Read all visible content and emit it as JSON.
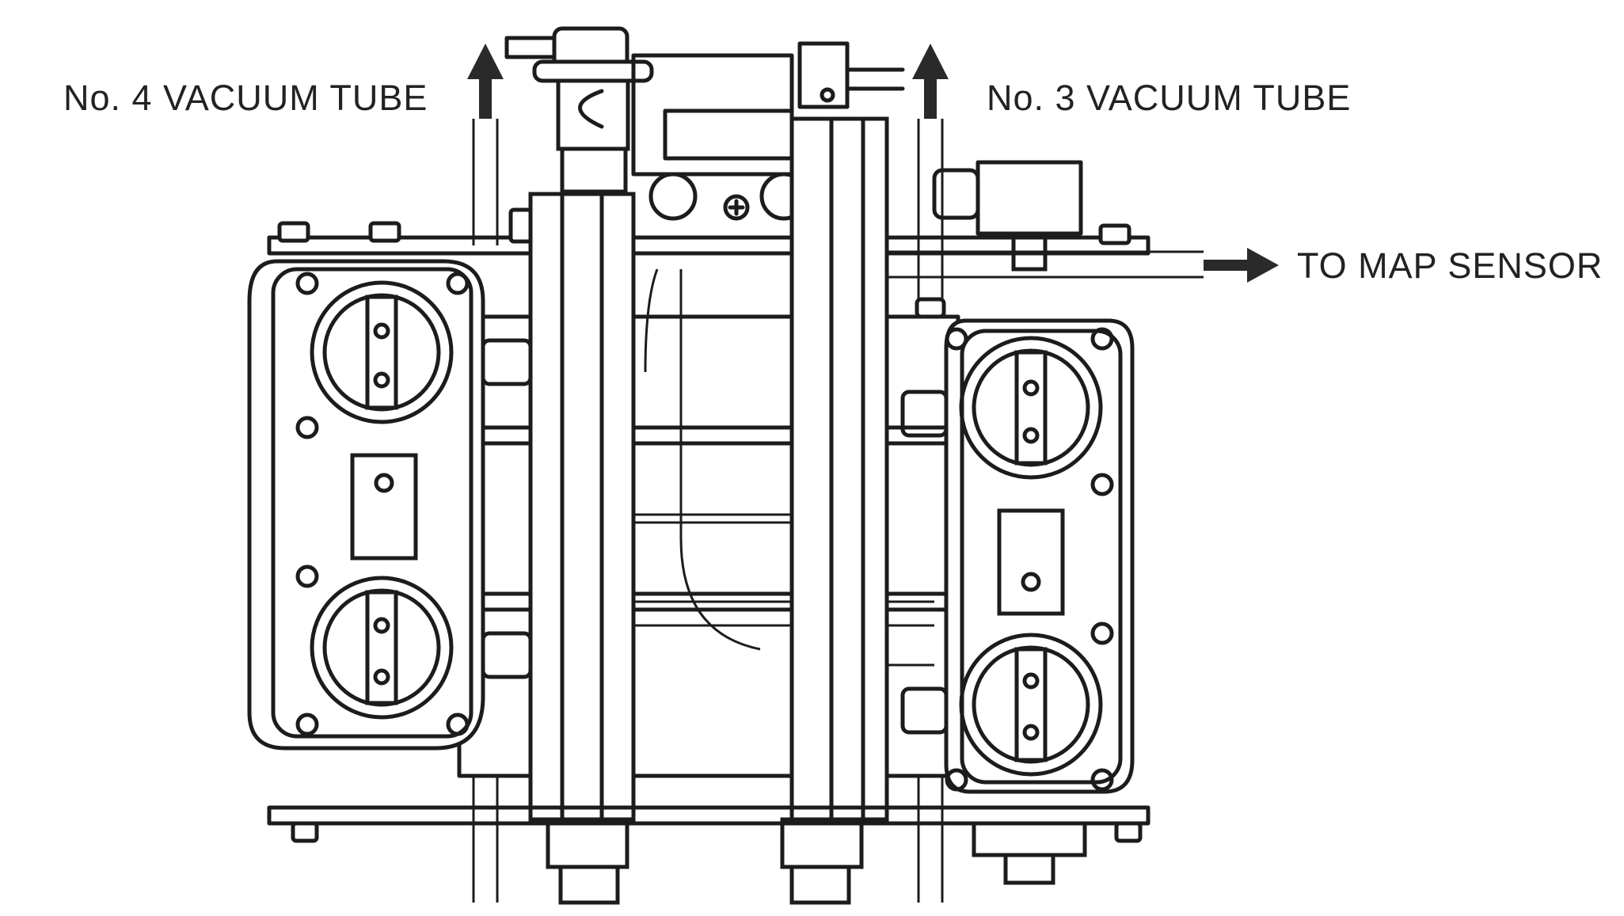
{
  "labels": {
    "no4": "No. 4 VACUUM TUBE",
    "no3": "No. 3 VACUUM TUBE",
    "map": "TO MAP SENSOR"
  },
  "colors": {
    "line": "#1c1c1c",
    "background": "#ffffff"
  }
}
